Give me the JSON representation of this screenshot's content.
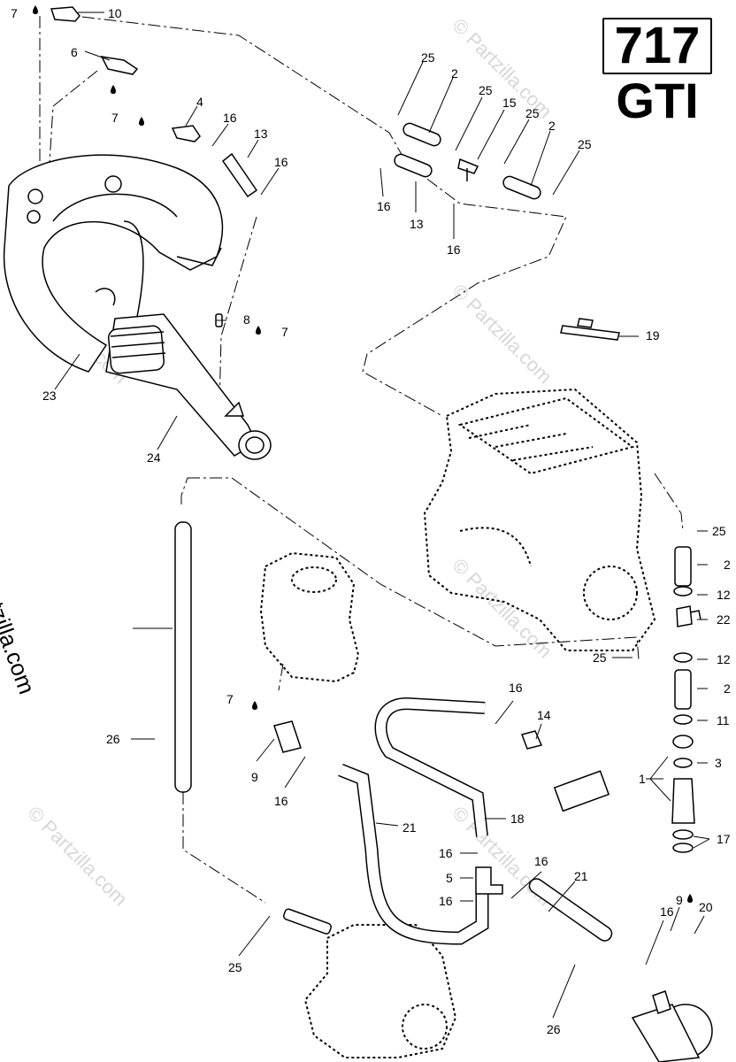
{
  "model": {
    "number": "717",
    "name": "GTI"
  },
  "copyright": "© Partzilla.com",
  "watermark": "© Partzilla.com",
  "callouts": {
    "c10": "10",
    "c7a": "7",
    "c6": "6",
    "c7b": "7",
    "c4": "4",
    "c16a": "16",
    "c13a": "13",
    "c16b": "16",
    "c25a": "25",
    "c2a": "2",
    "c25b": "25",
    "c15": "15",
    "c25c": "25",
    "c2b": "2",
    "c25d": "25",
    "c16c": "16",
    "c13b": "13",
    "c16d": "16",
    "c8": "8",
    "c7c": "7",
    "c19": "19",
    "c23": "23",
    "c24": "24",
    "c25e": "25",
    "c2c": "2",
    "c12a": "12",
    "c22": "22",
    "c25f": "25",
    "c12b": "12",
    "c2d": "2",
    "c11": "11",
    "c3": "3",
    "c1": "1",
    "c17": "17",
    "c7d": "7",
    "c9a": "9",
    "c16e": "16",
    "c16f": "16",
    "c14": "14",
    "c26a": "26",
    "c21a": "21",
    "c18": "18",
    "c16g": "16",
    "c5": "5",
    "c16h": "16",
    "c16i": "16",
    "c21b": "21",
    "c25g": "25",
    "c26b": "26",
    "c16j": "16",
    "c9b": "9",
    "c20": "20"
  }
}
